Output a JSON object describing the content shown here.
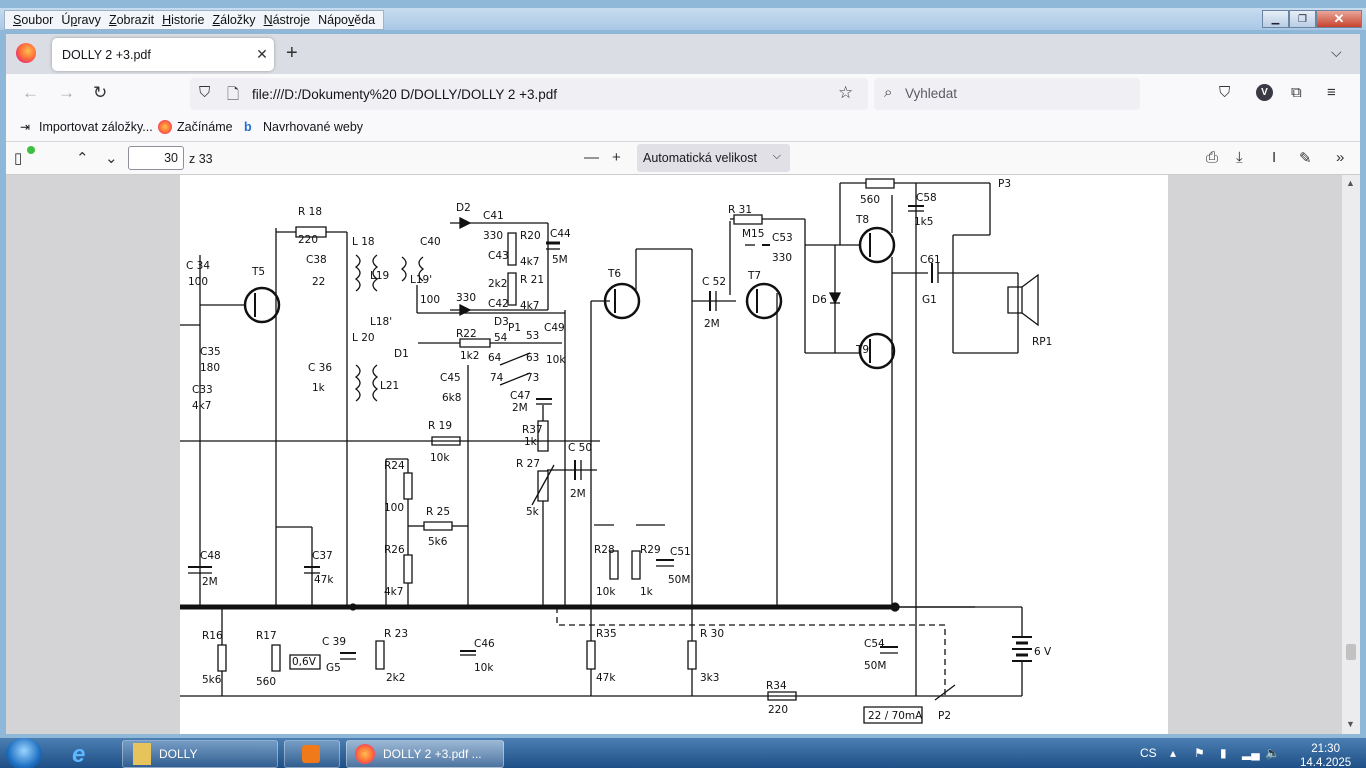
{
  "menu": {
    "items": [
      "Soubor",
      "Úpravy",
      "Zobrazit",
      "Historie",
      "Záložky",
      "Nástroje",
      "Nápověda"
    ],
    "underline": [
      "S",
      "p",
      "Z",
      "H",
      "Z",
      "N",
      "v"
    ]
  },
  "tab": {
    "title": "DOLLY 2 +3.pdf"
  },
  "urlbar": {
    "url": "file:///D:/Dokumenty%20 D/DOLLY/DOLLY 2 +3.pdf"
  },
  "search": {
    "placeholder": "Vyhledat"
  },
  "avatar": "V",
  "bookmarks": {
    "import": "Importovat záložky...",
    "getting_started": "Začínáme",
    "suggested": "Navrhované weby"
  },
  "pdf": {
    "page_number": "30",
    "page_of": "z 33",
    "zoom": "Automatická velikost"
  },
  "taskbar": {
    "folder": "DOLLY",
    "firefox": "DOLLY 2 +3.pdf ...",
    "lang": "CS",
    "time": "21:30",
    "date": "14.4.2025"
  },
  "schematic": {
    "labels": [
      "R 18",
      "220",
      "T5",
      "C 34",
      "100",
      "C35",
      "180",
      "C33",
      "4k7",
      "C38",
      "22",
      "L 18",
      "L19",
      "L19'",
      "L18'",
      "C40",
      "100",
      "D2",
      "C41",
      "330",
      "C43",
      "2k2",
      "C42",
      "330",
      "D3",
      "R20",
      "4k7",
      "R 21",
      "4k7",
      "C44",
      "5M",
      "L 20",
      "C 36",
      "1k",
      "D1",
      "L21",
      "C45",
      "6k8",
      "R22",
      "1k2",
      "P1",
      "54",
      "53",
      "64",
      "63",
      "74",
      "73",
      "C49",
      "10k",
      "C47",
      "2M",
      "R37",
      "1k",
      "R 27",
      "5k",
      "C 50",
      "2M",
      "R 19",
      "10k",
      "R24",
      "100",
      "R 25",
      "5k6",
      "R26",
      "4k7",
      "C48",
      "2M",
      "C37",
      "47k",
      "R16",
      "5k6",
      "R17",
      "560",
      "0,6V",
      "C 39",
      "G5",
      "R 23",
      "2k2",
      "C46",
      "10k",
      "T6",
      "C 52",
      "2M",
      "T7",
      "R 31",
      "M15",
      "C53",
      "330",
      "D6",
      "T8",
      "T9",
      "560",
      "C58",
      "1k5",
      "P3",
      "C61",
      "G1",
      "RP1",
      "R28",
      "10k",
      "R29",
      "1k",
      "C51",
      "50M",
      "R35",
      "47k",
      "R 30",
      "3k3",
      "R34",
      "220",
      "C54",
      "50M",
      "22 / 70mA",
      "P2",
      "6 V"
    ]
  }
}
